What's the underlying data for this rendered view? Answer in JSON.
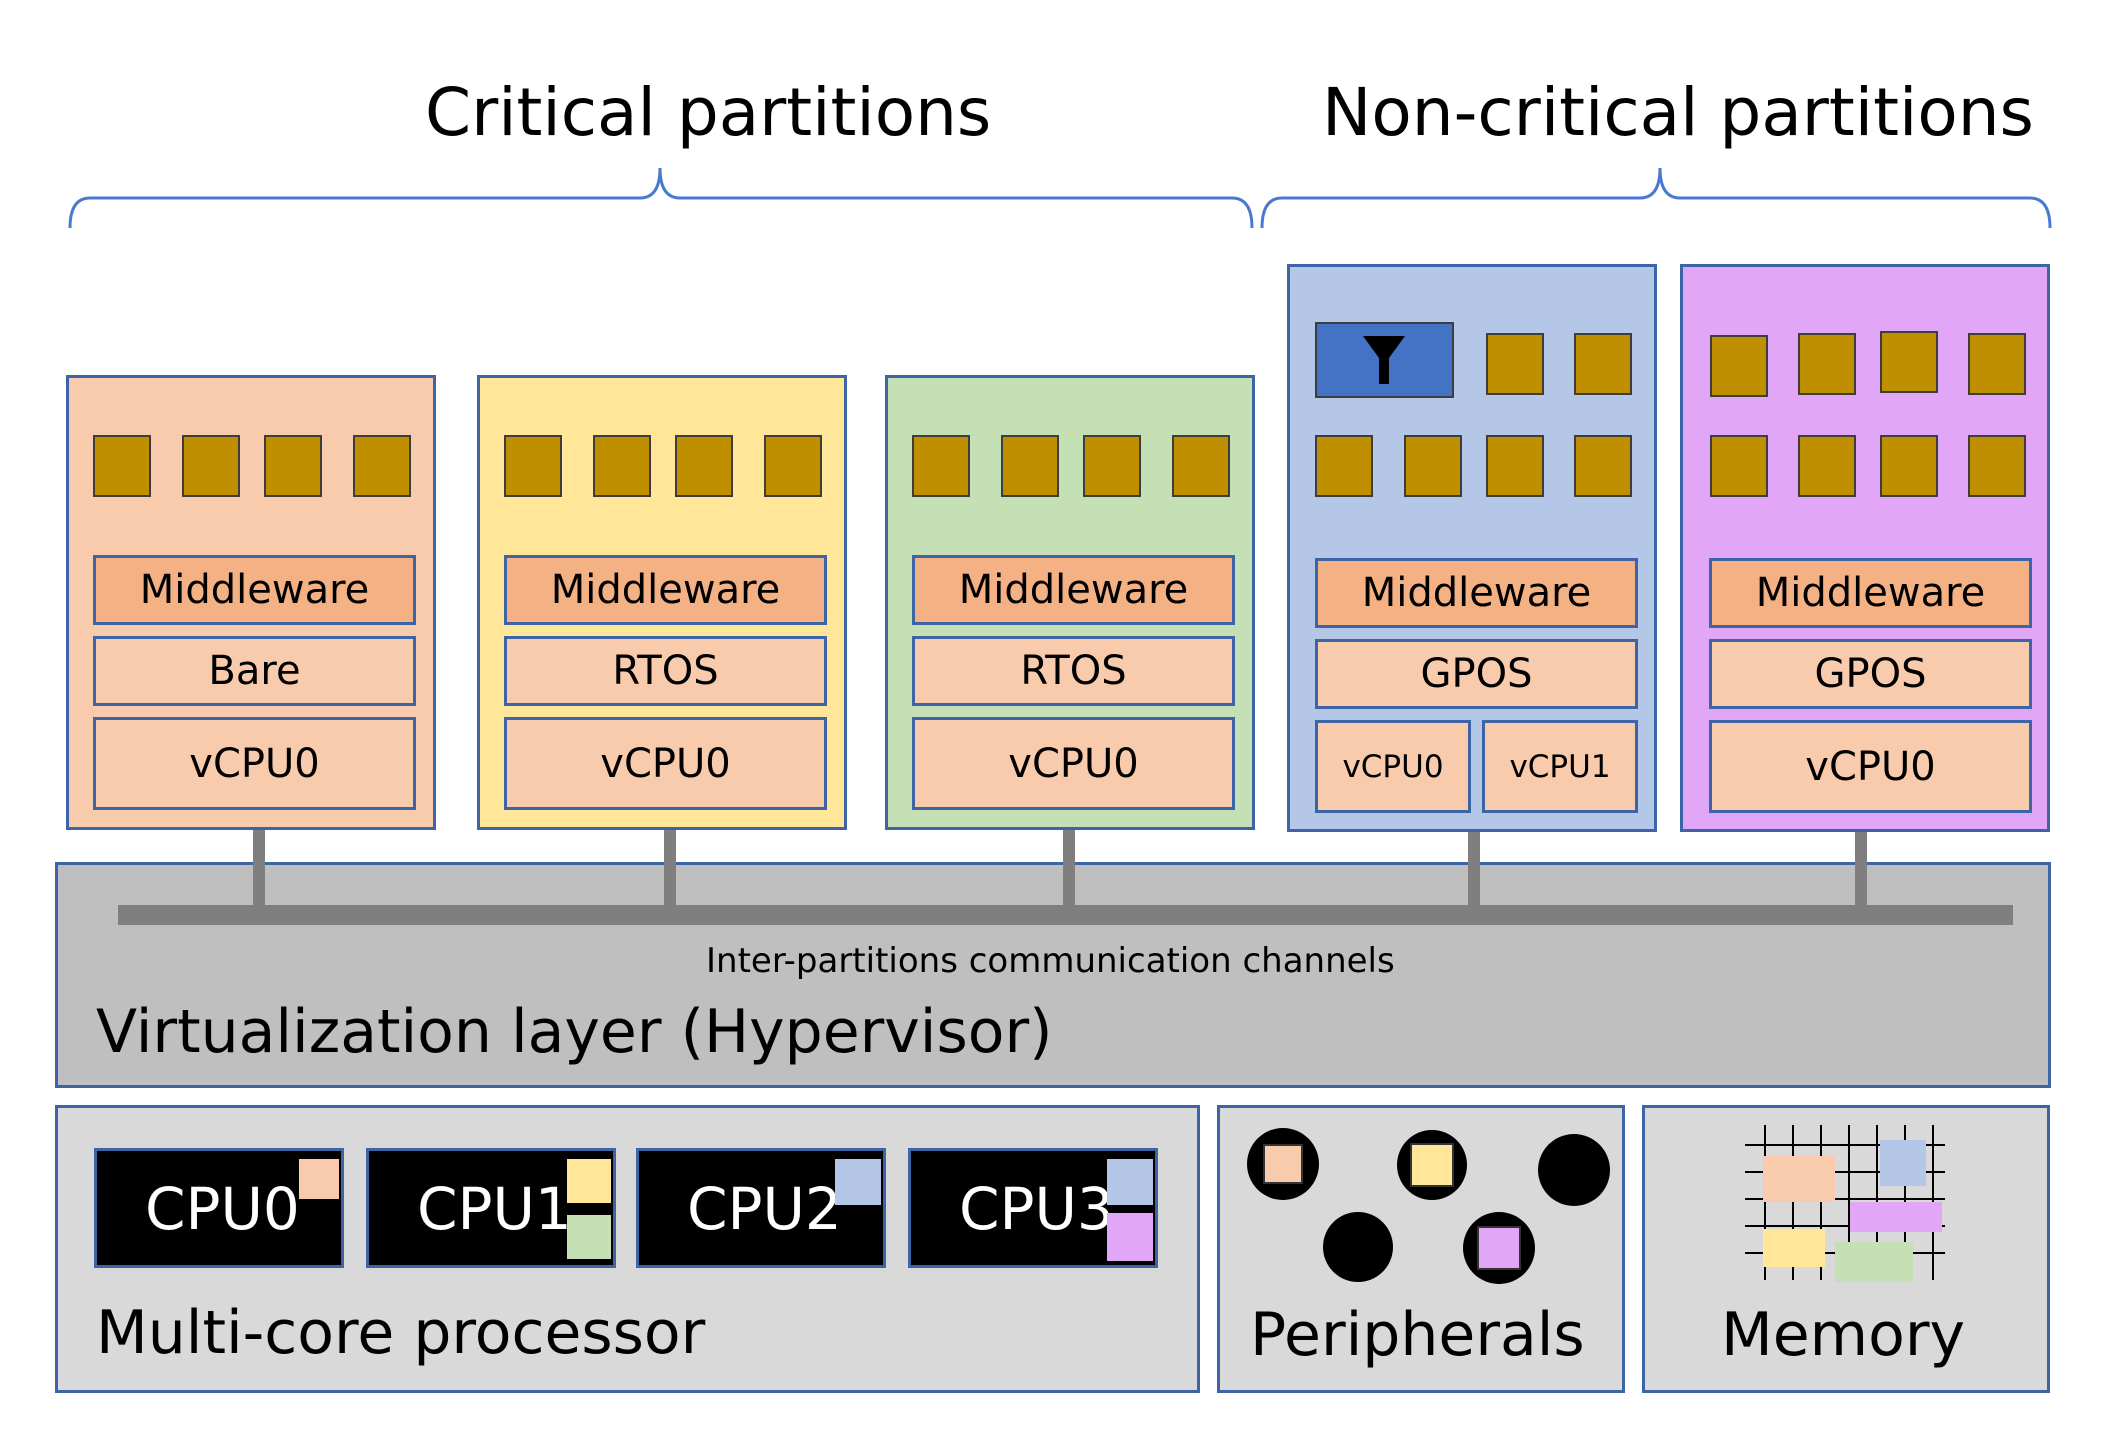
{
  "groups": {
    "critical": "Critical partitions",
    "noncritical": "Non-critical partitions"
  },
  "partitions": [
    {
      "color": "#f8cbad",
      "middleware": "Middleware",
      "os": "Bare",
      "vcpus": [
        "vCPU0"
      ]
    },
    {
      "color": "#ffe699",
      "middleware": "Middleware",
      "os": "RTOS",
      "vcpus": [
        "vCPU0"
      ]
    },
    {
      "color": "#c5e0b4",
      "middleware": "Middleware",
      "os": "RTOS",
      "vcpus": [
        "vCPU0"
      ]
    },
    {
      "color": "#b4c7e7",
      "middleware": "Middleware",
      "os": "GPOS",
      "vcpus": [
        "vCPU0",
        "vCPU1"
      ],
      "icon": "filter-icon"
    },
    {
      "color": "#e2a6f7",
      "middleware": "Middleware",
      "os": "GPOS",
      "vcpus": [
        "vCPU0"
      ]
    }
  ],
  "hypervisor": {
    "channel_label": "Inter-partitions communication channels",
    "title": "Virtualization layer (Hypervisor)"
  },
  "processor": {
    "title": "Multi-core processor",
    "cpus": [
      "CPU0",
      "CPU1",
      "CPU2",
      "CPU3"
    ]
  },
  "peripherals": {
    "title": "Peripherals"
  },
  "memory": {
    "title": "Memory"
  },
  "colors": {
    "app_block": "#bf8f00",
    "border": "#3e64a8",
    "channel": "#7f7f7f",
    "panel": "#d9d9d9",
    "hypervisor": "#bfbfbf",
    "orange": "#f8cbad",
    "yellow": "#ffe699",
    "green": "#c5e0b4",
    "blue": "#b4c7e7",
    "purple": "#e2a6f7"
  }
}
